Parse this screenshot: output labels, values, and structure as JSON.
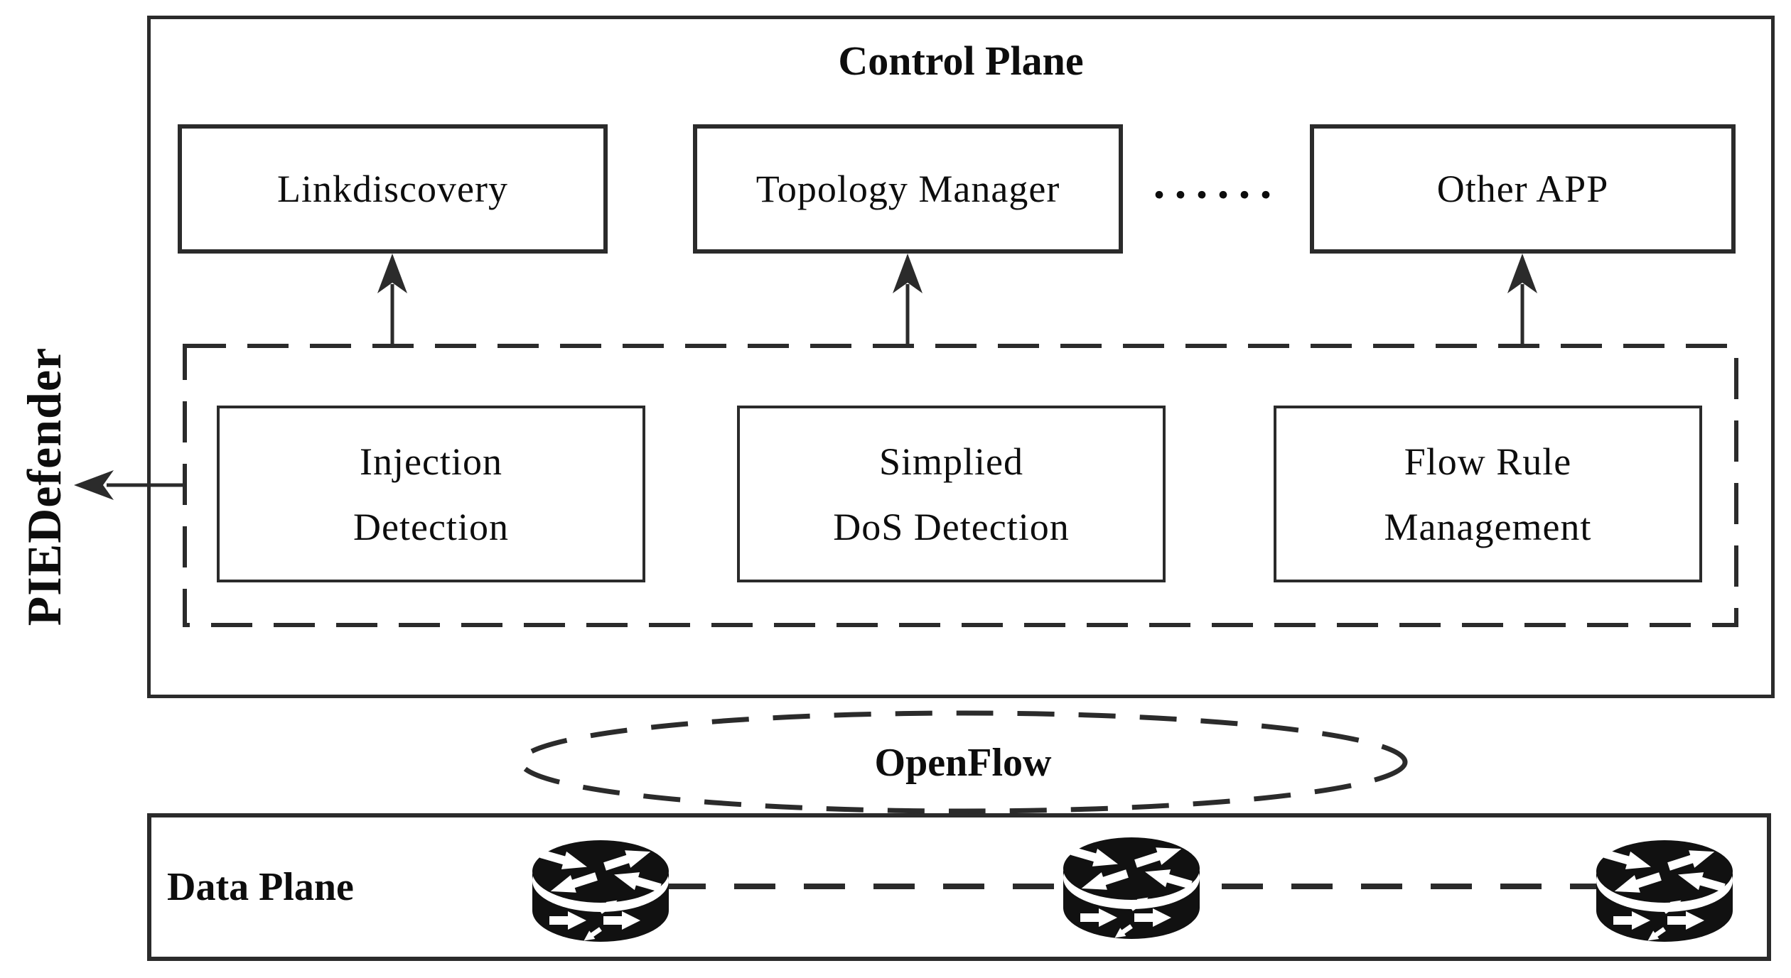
{
  "figure": {
    "type": "architecture-diagram",
    "background": "#ffffff"
  },
  "control_plane": {
    "title": "Control Plane",
    "apps": [
      {
        "label": "Linkdiscovery"
      },
      {
        "label": "Topology Manager"
      },
      {
        "label": "Other APP"
      }
    ],
    "ellipsis": "······"
  },
  "piedefender": {
    "label": "PIEDefender",
    "modules": [
      {
        "line1": "Injection",
        "line2": "Detection"
      },
      {
        "line1": "Simplied",
        "line2": "DoS Detection"
      },
      {
        "line1": "Flow Rule",
        "line2": "Management"
      }
    ]
  },
  "openflow": {
    "label": "OpenFlow"
  },
  "data_plane": {
    "label": "Data Plane",
    "router_icon": "cisco-router-icon",
    "router_count": 3
  },
  "colors": {
    "line": "#2b2b2b",
    "text": "#0d0d0d",
    "background": "#ffffff"
  }
}
